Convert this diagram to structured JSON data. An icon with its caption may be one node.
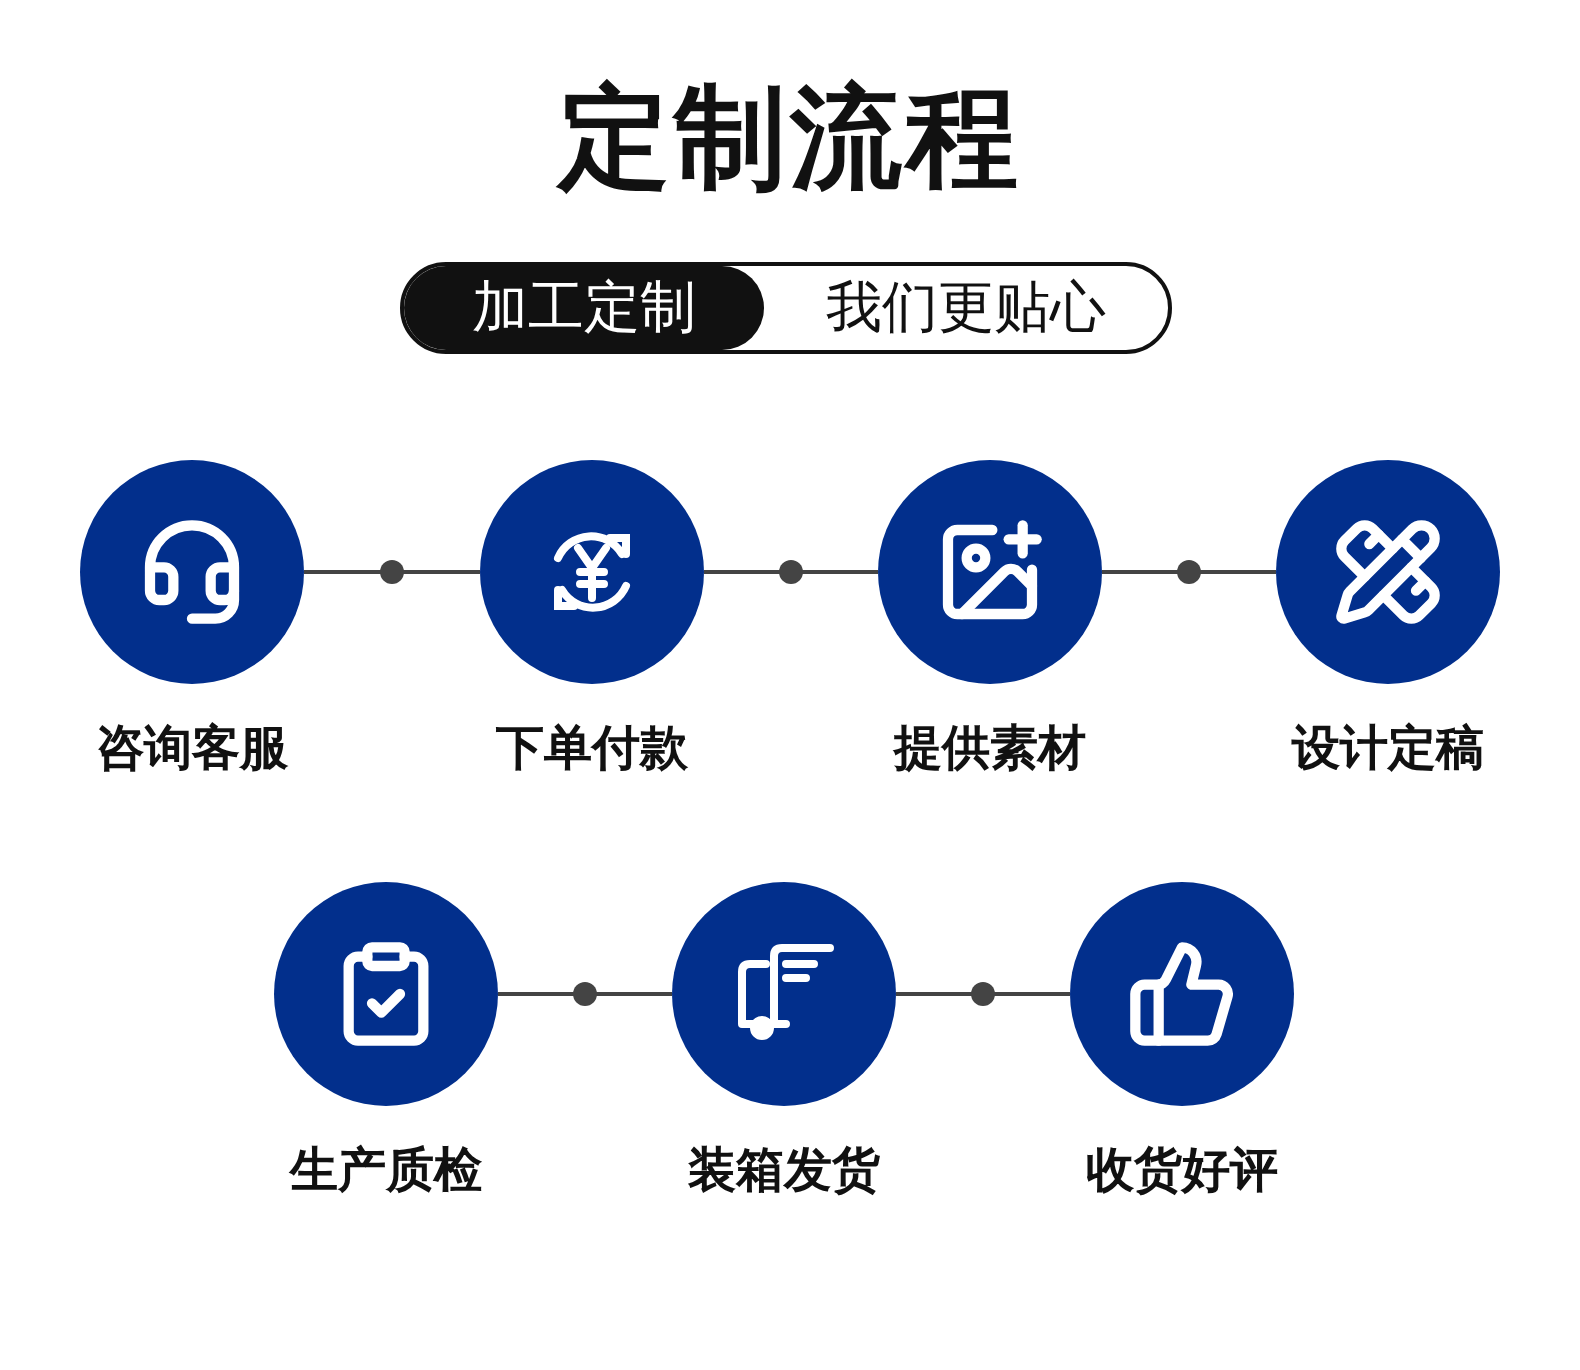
{
  "diagram": {
    "title": "定制流程",
    "nodes": [
      {
        "text": [
          "咨询客服"
        ]
      },
      {
        "text": [
          "下单付款"
        ]
      },
      {
        "text": [
          "提供素材"
        ]
      },
      {
        "text": [
          "设计定稿"
        ]
      },
      {
        "text": [
          "生产质检"
        ]
      },
      {
        "text": [
          "装箱发货"
        ]
      },
      {
        "text": [
          "收货好评"
        ]
      }
    ],
    "edges": [
      {
        "from": 0,
        "to": 1,
        "arrow": "none"
      },
      {
        "from": 1,
        "to": 2,
        "arrow": "none"
      },
      {
        "from": 2,
        "to": 3,
        "arrow": "none"
      },
      {
        "from": 4,
        "to": 5,
        "arrow": "none"
      },
      {
        "from": 5,
        "to": 6,
        "arrow": "none"
      }
    ],
    "labels": [
      "加工定制",
      "我们更贴心"
    ]
  }
}
